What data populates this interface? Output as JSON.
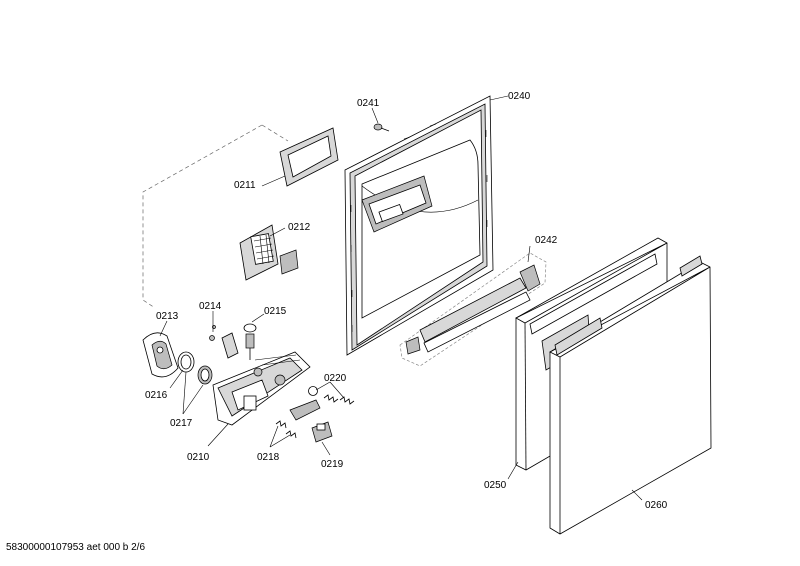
{
  "labels": {
    "p0240": "0240",
    "p0241": "0241",
    "p0211": "0211",
    "p0212": "0212",
    "p0242": "0242",
    "p0214": "0214",
    "p0213": "0213",
    "p0215": "0215",
    "p0216": "0216",
    "p0220": "0220",
    "p0217": "0217",
    "p0210": "0210",
    "p0218": "0218",
    "p0219": "0219",
    "p0250": "0250",
    "p0260": "0260"
  },
  "footer": "58300000107953 aet 000 b 2/6"
}
